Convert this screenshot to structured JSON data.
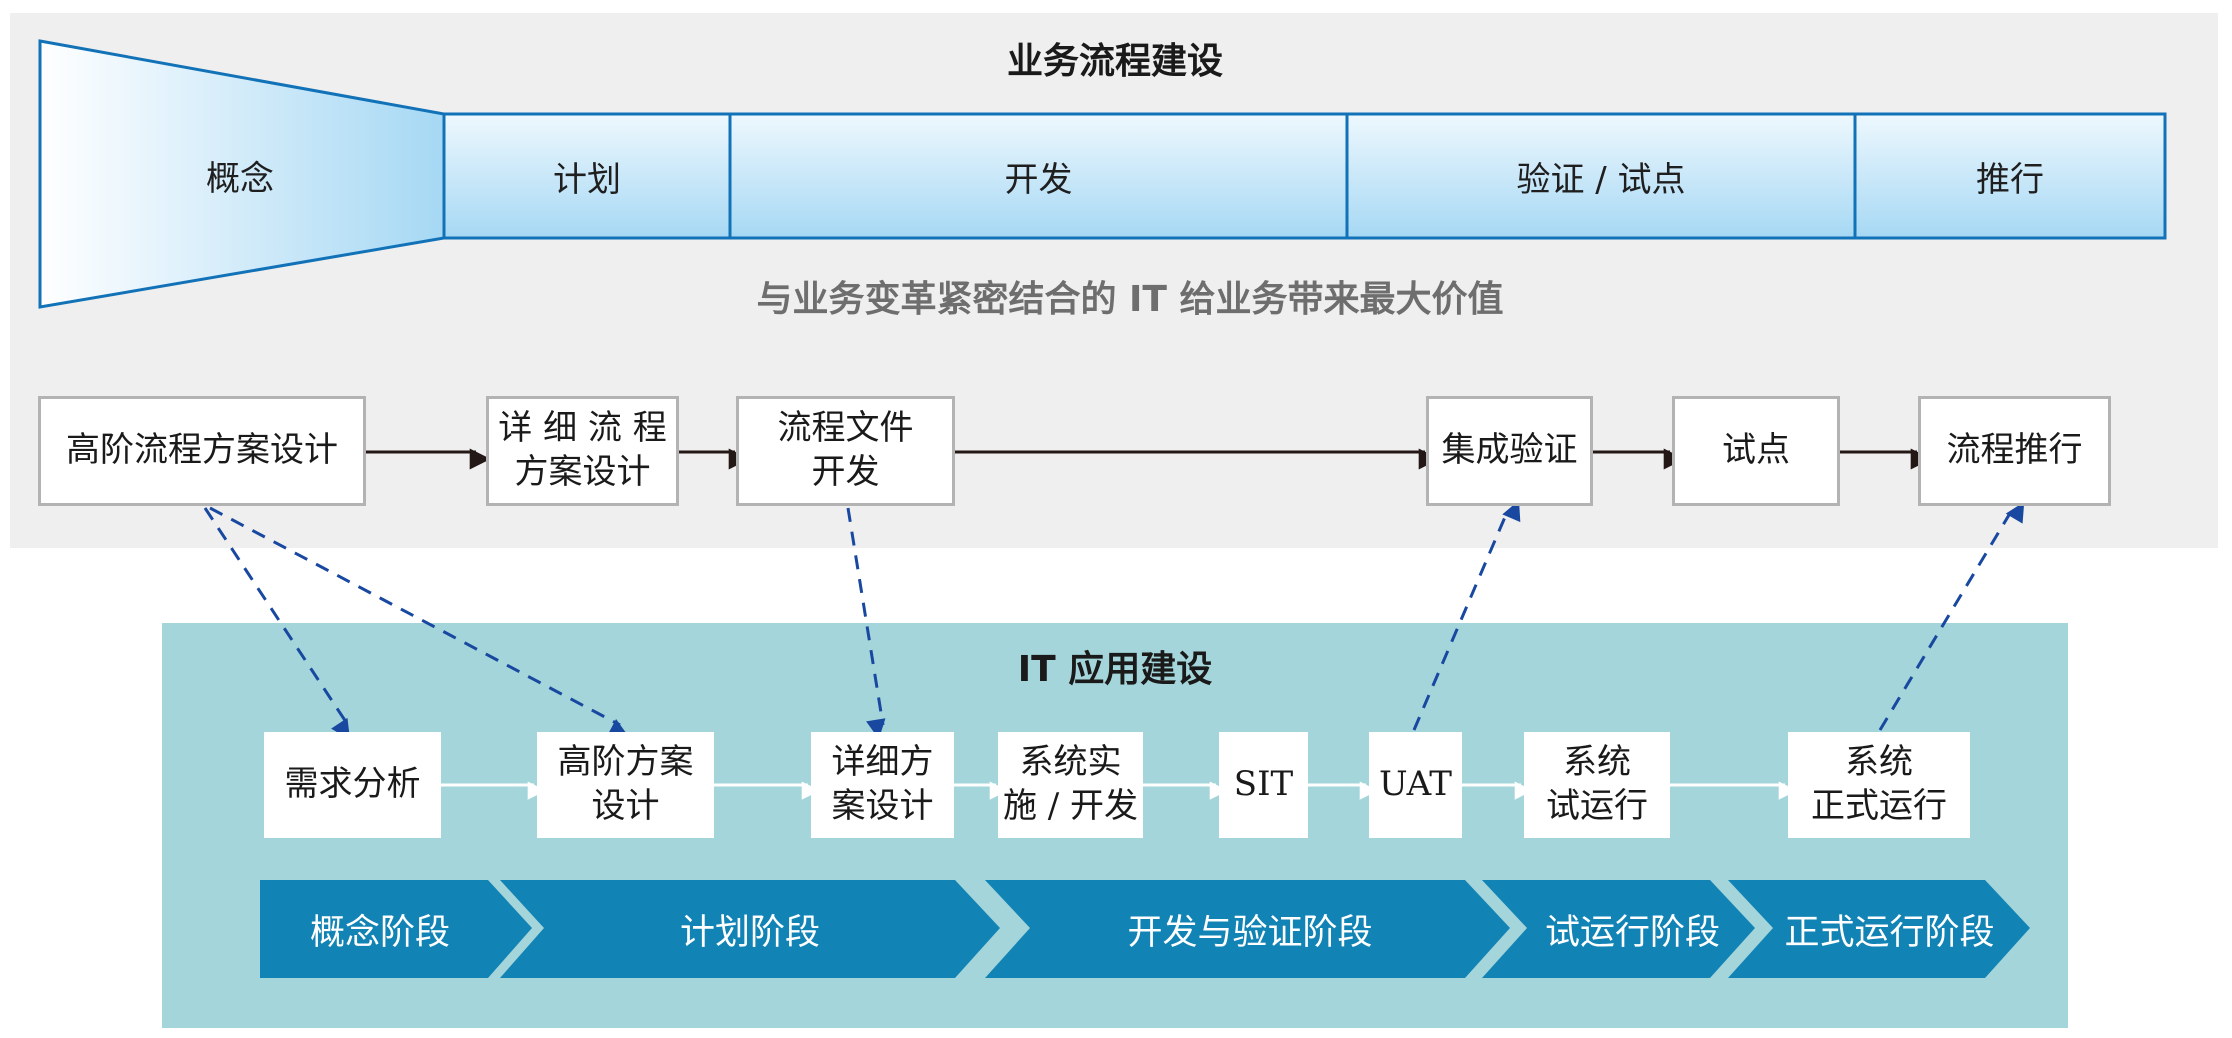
{
  "business": {
    "title": "业务流程建设",
    "subtitle": "与业务变革紧密结合的 IT 给业务带来最大价值",
    "phases": [
      "概念",
      "计划",
      "开发",
      "验证 / 试点",
      "推行"
    ],
    "boxes": [
      "高阶流程方案设计",
      "详 细 流 程\n方案设计",
      "流程文件\n开发",
      "集成验证",
      "试点",
      "流程推行"
    ]
  },
  "it": {
    "title": "IT 应用建设",
    "boxes": [
      "需求分析",
      "高阶方案\n设计",
      "详细方\n案设计",
      "系统实\n施 / 开发",
      "SIT",
      "UAT",
      "系统\n试运行",
      "系统\n正式运行"
    ],
    "stages": [
      "概念阶段",
      "计划阶段",
      "开发与验证阶段",
      "试运行阶段",
      "正式运行阶段"
    ]
  },
  "colors": {
    "business_bg": "#efefef",
    "it_bg": "#a3d5da",
    "phase_border": "#1272b8",
    "stage_fill": "#1283b5",
    "dashed_arrow": "#1848a0",
    "flow_arrow": "#231815"
  }
}
